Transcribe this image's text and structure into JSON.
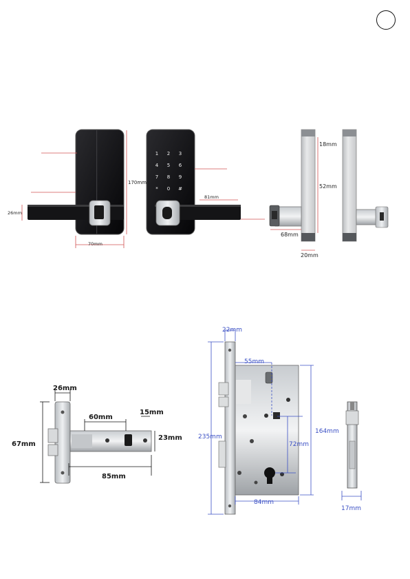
{
  "lock_front": {
    "width": "70mm",
    "height": "170mm",
    "handle_height": "26mm",
    "handle_length": "81mm"
  },
  "lock_side": {
    "top_offset": "18mm",
    "body_width": "52mm",
    "depth": "68mm",
    "thickness": "20mm"
  },
  "latch": {
    "height": "67mm",
    "faceplate_width": "26mm",
    "backset": "60mm",
    "bolt": "15mm",
    "body_height": "23mm",
    "length": "85mm"
  },
  "mortise": {
    "faceplate_width": "22mm",
    "backset": "55mm",
    "total_height": "235mm",
    "case_height": "164mm",
    "center_distance": "72mm",
    "case_width": "84mm",
    "thickness": "17mm"
  }
}
